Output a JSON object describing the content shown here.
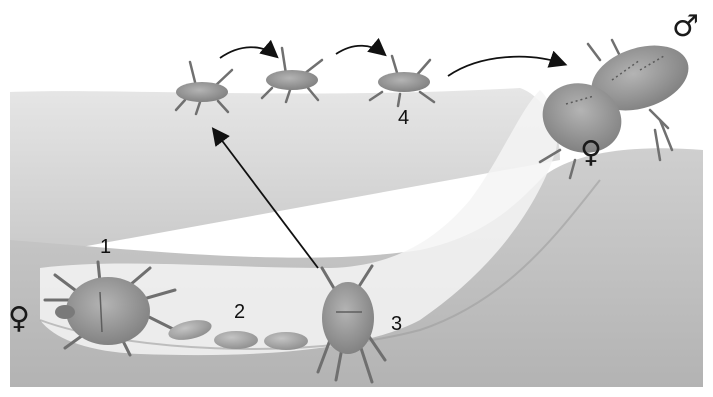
{
  "labels": {
    "stage_1": "1",
    "stage_2": "2",
    "stage_3": "3",
    "stage_4": "4"
  },
  "symbols": {
    "female_left": "♀",
    "female_right": "♀",
    "male": "♂"
  },
  "colors": {
    "skin_light": "#d8d8d8",
    "skin_mid": "#bdbdbd",
    "skin_dark": "#8d8d8d",
    "mite_body": "#8f8f8f",
    "egg": "#a6a6a6",
    "arrow": "#111111"
  }
}
